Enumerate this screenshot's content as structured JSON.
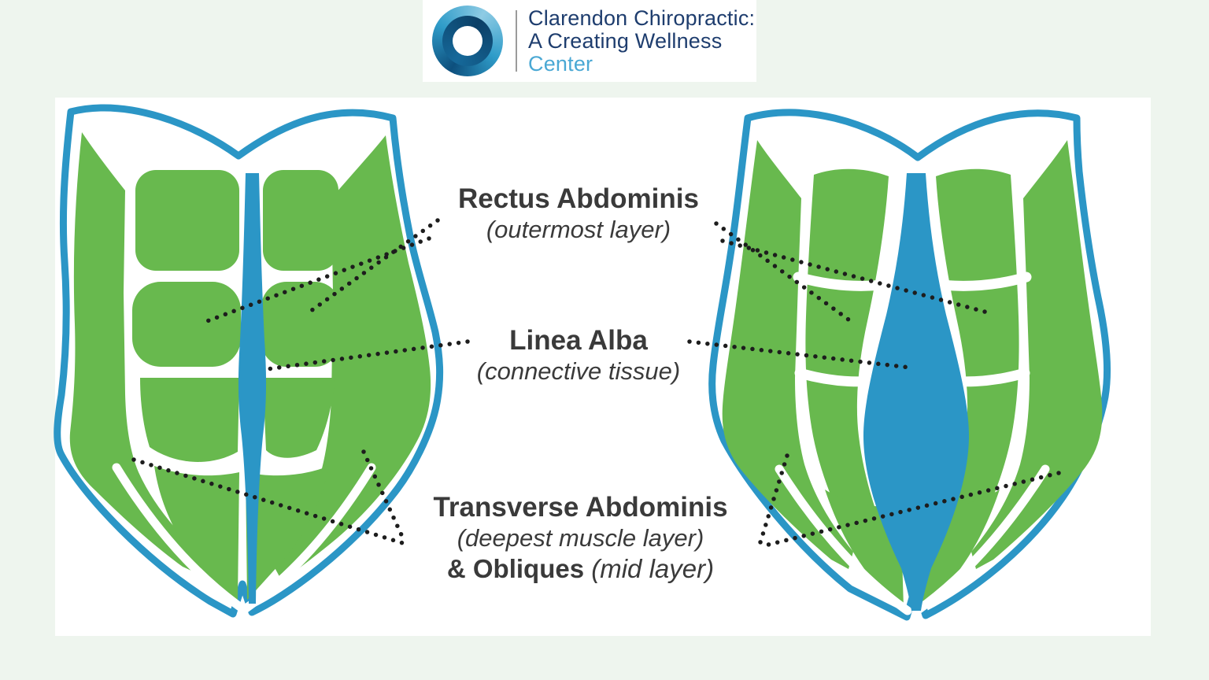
{
  "header": {
    "logo": {
      "line1": "Clarendon Chiropractic:",
      "line2": "A Creating Wellness",
      "line3": "Center"
    }
  },
  "diagram": {
    "rectus": {
      "title": "Rectus Abdominis",
      "subtitle": "(outermost layer)"
    },
    "linea": {
      "title": "Linea Alba",
      "subtitle": "(connective tissue)"
    },
    "transverse": {
      "title": "Transverse Abdominis",
      "subtitle": "(deepest muscle layer)",
      "obliques": "& Obliques",
      "obliques_sub": "(mid layer)"
    }
  },
  "colors": {
    "bg": "#eef5ee",
    "green": "#68b94e",
    "blue": "#2b96c6",
    "text": "#3a3a3a",
    "navy": "#1e3d6e",
    "lightblue": "#4aa8d4",
    "dot": "#1d1d1d",
    "divider": "#9b9b9b"
  }
}
